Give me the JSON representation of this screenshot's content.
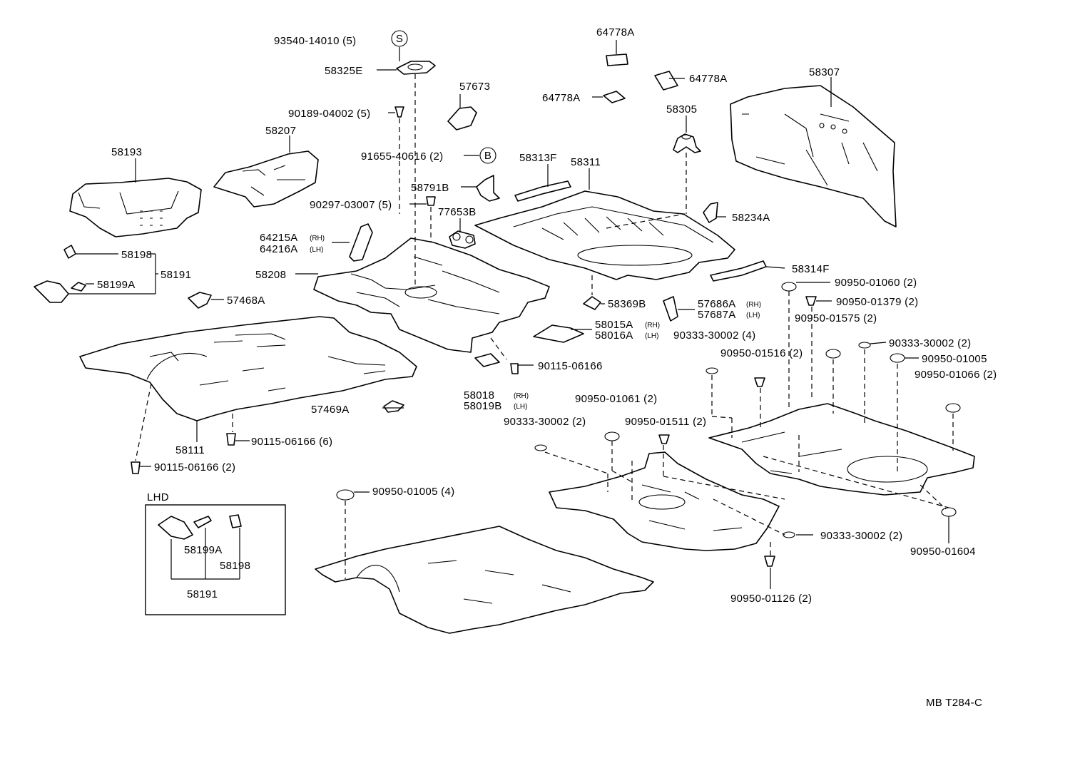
{
  "labels": {
    "l_93540": "93540-14010 (5)",
    "l_58325E": "58325E",
    "l_90189": "90189-04002 (5)",
    "l_57673": "57673",
    "l_64778A_1": "64778A",
    "l_64778A_2": "64778A",
    "l_64778A_3": "64778A",
    "l_58307": "58307",
    "l_58305": "58305",
    "l_58193": "58193",
    "l_58207": "58207",
    "l_91655": "91655-40616 (2)",
    "l_58313F": "58313F",
    "l_58311": "58311",
    "l_58791B": "58791B",
    "l_90297": "90297-03007 (5)",
    "l_77653B": "77653B",
    "l_58234A": "58234A",
    "l_64215A": "64215A",
    "l_64216A": "64216A",
    "l_58198": "58198",
    "l_58191": "58191",
    "l_58199A": "58199A",
    "l_58208": "58208",
    "l_58314F": "58314F",
    "l_90950_01060": "90950-01060 (2)",
    "l_90950_01379": "90950-01379 (2)",
    "l_57468A": "57468A",
    "l_58369B": "58369B",
    "l_57686A": "57686A",
    "l_57687A": "57687A",
    "l_90950_01575": "90950-01575 (2)",
    "l_58015A": "58015A",
    "l_58016A": "58016A",
    "l_90333_4": "90333-30002 (4)",
    "l_90333_2a": "90333-30002 (2)",
    "l_90950_01516": "90950-01516 (2)",
    "l_90950_01005": "90950-01005",
    "l_90115_a": "90115-06166",
    "l_90950_01066": "90950-01066 (2)",
    "l_58018": "58018",
    "l_58019B": "58019B",
    "l_90950_01061": "90950-01061 (2)",
    "l_57469A": "57469A",
    "l_90333_2b": "90333-30002 (2)",
    "l_90950_01511": "90950-01511 (2)",
    "l_58111": "58111",
    "l_90115_6": "90115-06166 (6)",
    "l_90115_2": "90115-06166 (2)",
    "l_90950_01005_4": "90950-01005 (4)",
    "l_lhd": "LHD",
    "l_58199A_lhd": "58199A",
    "l_58198_lhd": "58198",
    "l_58191_lhd": "58191",
    "l_90333_2c": "90333-30002 (2)",
    "l_90950_01604": "90950-01604",
    "l_90950_01126": "90950-01126 (2)",
    "l_ref": "MB T284-C"
  },
  "subscripts": {
    "rh": "(RH)",
    "lh": "(LH)"
  },
  "symbols": {
    "s": "S",
    "b": "B"
  }
}
